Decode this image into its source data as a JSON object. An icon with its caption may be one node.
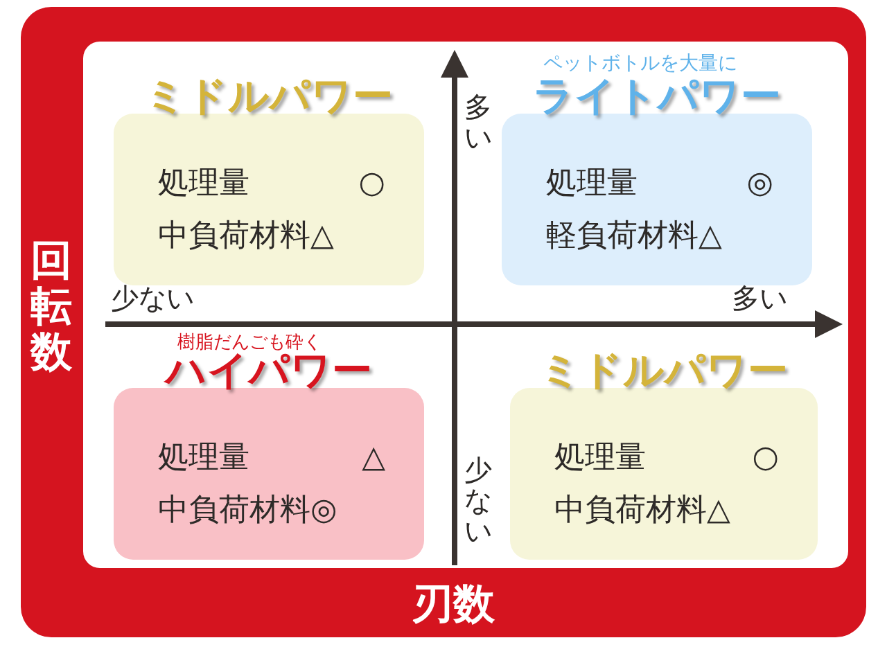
{
  "diagram": {
    "nodes": [
      {
        "text": [
          "ミドルパワー",
          "処理量",
          "○",
          "中負荷材料△"
        ]
      },
      {
        "text": [
          "ライトパワー",
          "処理量",
          "◎",
          "軽負荷材料△"
        ]
      },
      {
        "text": [
          "ハイパワー",
          "処理量",
          "△",
          "中負荷材料◎"
        ]
      },
      {
        "text": [
          "ミドルパワー",
          "処理量",
          "○",
          "中負荷材料△"
        ]
      }
    ],
    "edges": [],
    "labels": [
      "ペットボトルを大量に",
      "多い",
      "少ない",
      "多い",
      "樹脂だんごも砕く",
      "少ない",
      "回転数",
      "刃数"
    ]
  }
}
